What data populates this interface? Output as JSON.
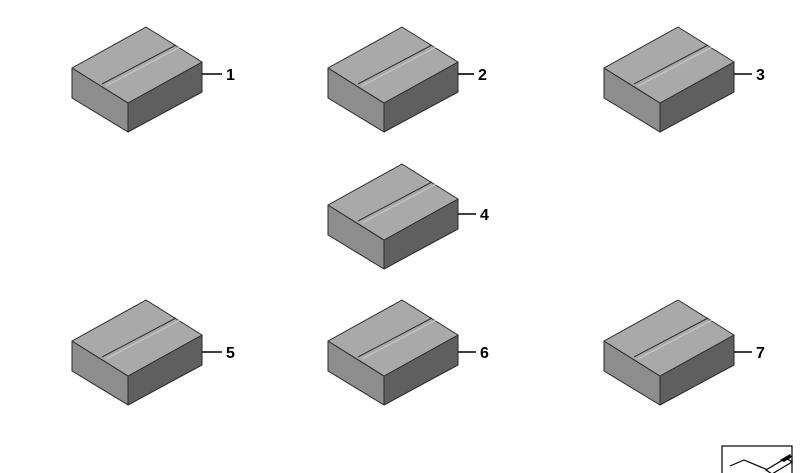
{
  "diagram": {
    "parts": [
      {
        "number": "1"
      },
      {
        "number": "2"
      },
      {
        "number": "3"
      },
      {
        "number": "4"
      },
      {
        "number": "5"
      },
      {
        "number": "6"
      },
      {
        "number": "7"
      }
    ],
    "colors": {
      "box_top": "#a9a9a9",
      "box_left": "#8d8d8d",
      "box_right": "#5f5f5f",
      "outline": "#2a2a2a",
      "label": "#000000"
    },
    "icons": {
      "part": "box-icon",
      "corner_symbol": "diagram-symbol-icon"
    }
  }
}
